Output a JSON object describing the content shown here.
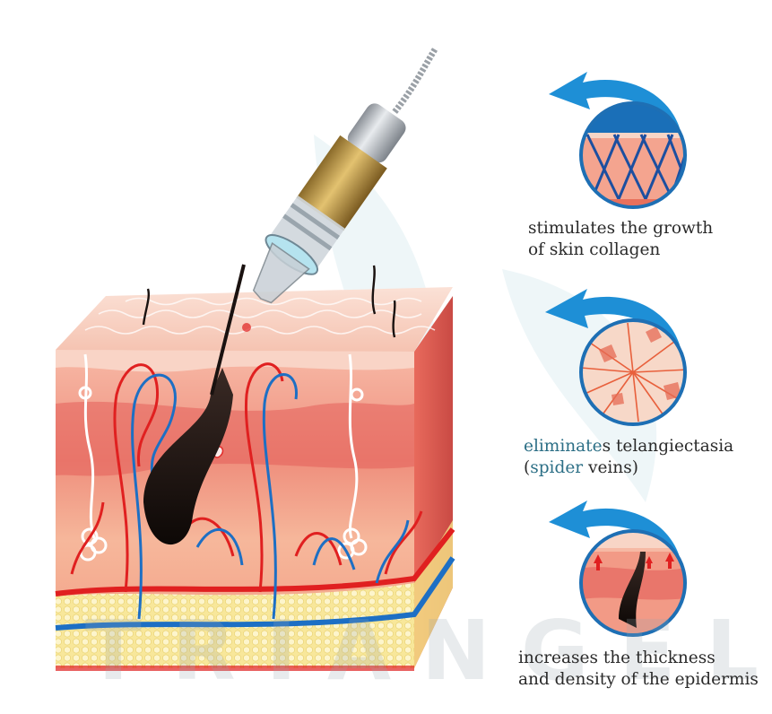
{
  "watermark": "TRIANGEL",
  "benefits": [
    {
      "line1": "stimulates the growth",
      "line2": "of skin collagen"
    },
    {
      "line1_hl": "eliminate",
      "line1": "s telangiectasia",
      "line2_open": "(",
      "line2_hl": "spider",
      "line2": " veins)"
    },
    {
      "line1": "increases the thickness",
      "line2": "and density of the epidermis"
    }
  ],
  "colors": {
    "arrow": "#1e8fd6",
    "artery": "#e02020",
    "vein": "#1d6fc4",
    "highlight_text": "#2c6f86",
    "fat": "#f6e27a",
    "dermis": "#f29a86",
    "epidermis": "#f7c8b8"
  },
  "icons": [
    "laser-handpiece-icon",
    "hair-follicle-icon",
    "curved-arrow-icon"
  ]
}
